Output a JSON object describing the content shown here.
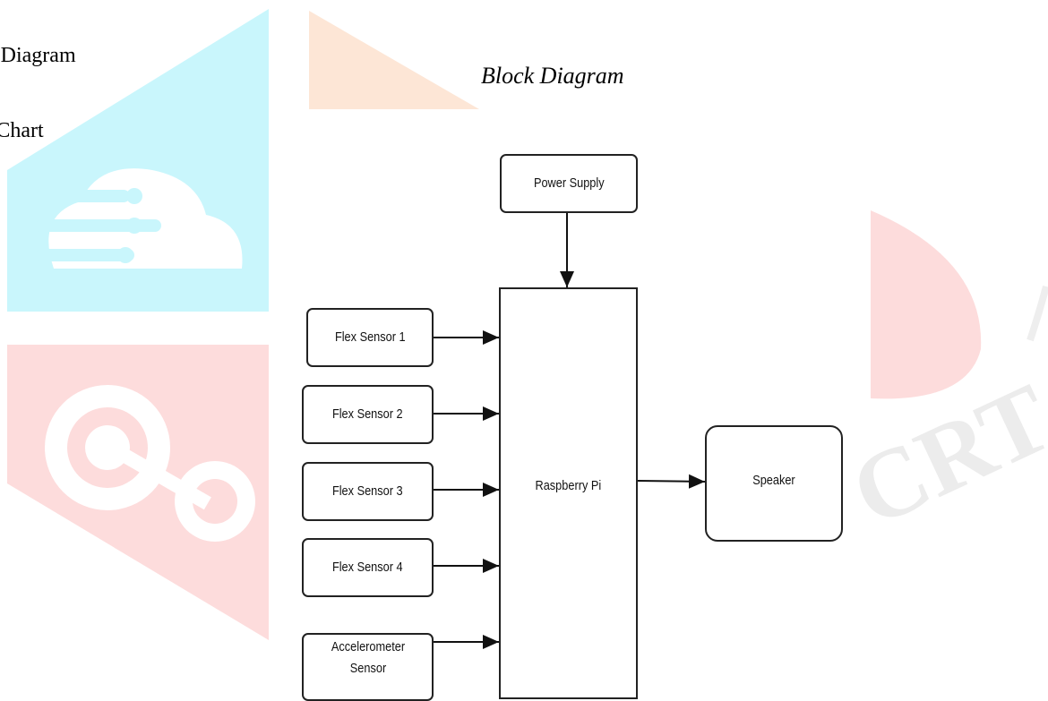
{
  "outline": {
    "items": [
      "ck Diagram",
      "w Chart"
    ]
  },
  "figure_title": "Block Diagram",
  "diagram": {
    "nodes": {
      "power": "Power Supply",
      "flex1": "Flex Sensor 1",
      "flex2": "Flex Sensor 2",
      "flex3": "Flex Sensor 3",
      "flex4": "Flex Sensor 4",
      "accel": "Accelerometer Sensor",
      "pi": "Raspberry Pi",
      "speaker": "Speaker"
    },
    "edges": [
      [
        "power",
        "pi"
      ],
      [
        "flex1",
        "pi"
      ],
      [
        "flex2",
        "pi"
      ],
      [
        "flex3",
        "pi"
      ],
      [
        "flex4",
        "pi"
      ],
      [
        "accel",
        "pi"
      ],
      [
        "pi",
        "speaker"
      ]
    ]
  },
  "watermark": {
    "text": "CRT",
    "colors": [
      "#c8f4fa",
      "#fde3d2",
      "#fcd6d6"
    ]
  }
}
